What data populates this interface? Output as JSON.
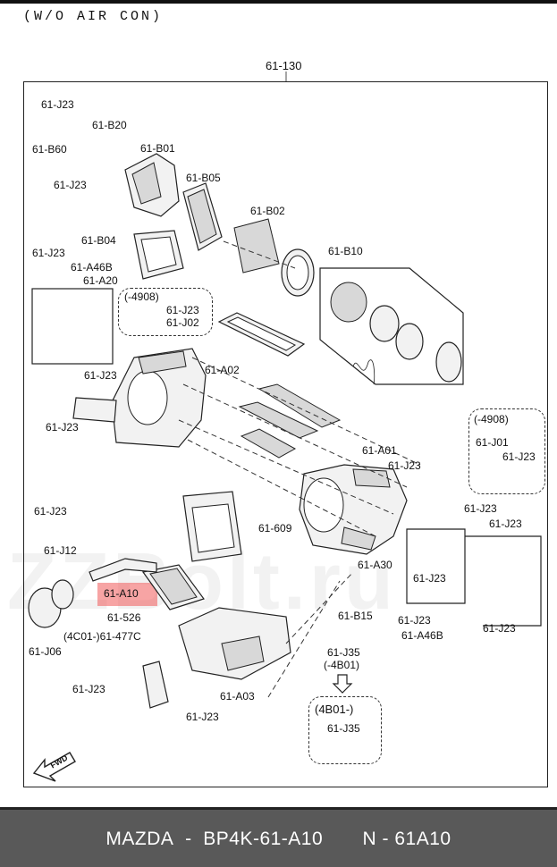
{
  "heading": "(W/O AIR CON)",
  "assembly_label": "61-130",
  "highlight_label": "61-A10",
  "labels": {
    "j23_a": "61-J23",
    "b20": "61-B20",
    "b60": "61-B60",
    "j23_b": "61-J23",
    "b01": "61-B01",
    "b05": "61-B05",
    "b02": "61-B02",
    "b04": "61-B04",
    "b10": "61-B10",
    "j23_c": "61-J23",
    "a46b_a": "61-A46B",
    "a20": "61-A20",
    "g4908_a": "(-4908)",
    "j23_d": "61-J23",
    "j02": "61-J02",
    "a02": "61-A02",
    "j23_e": "61-J23",
    "j23_f": "61-J23",
    "g4908_b": "(-4908)",
    "j01": "61-J01",
    "j23_g": "61-J23",
    "a01": "61-A01",
    "j23_h": "61-J23",
    "j23_i": "61-J23",
    "j23_j": "61-J23",
    "j23_k": "61-J23",
    "l609": "61-609",
    "j12": "61-J12",
    "a30": "61-A30",
    "j23_l": "61-J23",
    "l526": "61-526",
    "b15": "61-B15",
    "j23_m": "61-J23",
    "c477": "(4C01-)61-477C",
    "j06": "61-J06",
    "j35_a": "61-J35",
    "g4b01_a": "(-4B01)",
    "a46b_b": "61-A46B",
    "j23_n": "61-J23",
    "j23_o": "61-J23",
    "a03": "61-A03",
    "j23_p": "61-J23",
    "g4b01_b": "(4B01-)",
    "j35_b": "61-J35",
    "fwd": "FWD"
  },
  "footer": {
    "brand": "MAZDA",
    "part_number": "BP4K-61-A10",
    "code": "N - 61A10"
  },
  "watermark": "ZZBolt.ru",
  "colors": {
    "highlight": "#f05a5a",
    "footer_bg": "#595959"
  }
}
